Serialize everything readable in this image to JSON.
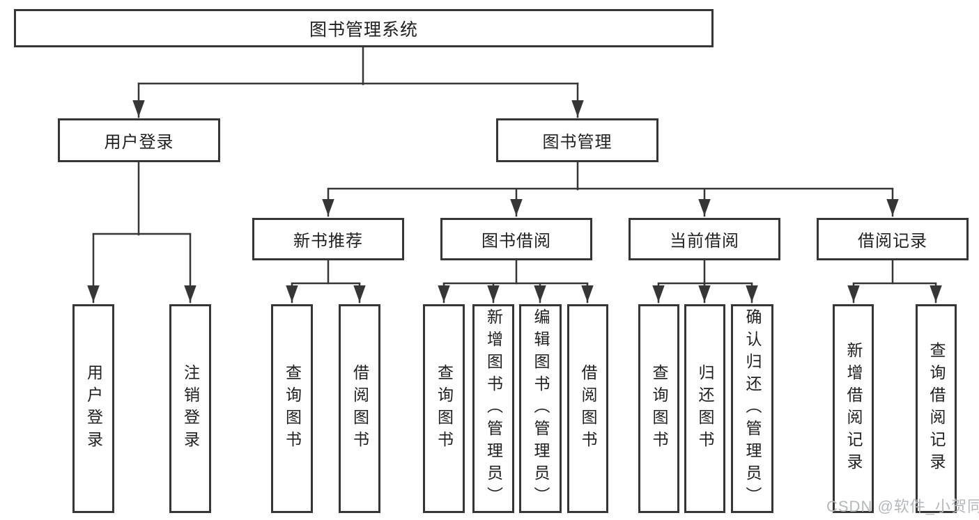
{
  "diagram": {
    "root": {
      "label": "图书管理系统"
    },
    "branches": [
      {
        "label": "用户登录",
        "leaves": [
          "用户登录",
          "注销登录"
        ]
      },
      {
        "label": "图书管理",
        "groups": [
          {
            "label": "新书推荐",
            "leaves": [
              "查询图书",
              "借阅图书"
            ]
          },
          {
            "label": "图书借阅",
            "leaves": [
              "查询图书",
              "新增图书（管理员）",
              "编辑图书（管理员）",
              "借阅图书"
            ]
          },
          {
            "label": "当前借阅",
            "leaves": [
              "查询图书",
              "归还图书",
              "确认归还（管理员）"
            ]
          },
          {
            "label": "借阅记录",
            "leaves": [
              "新增借阅记录",
              "查询借阅记录"
            ]
          }
        ]
      }
    ]
  },
  "watermark": {
    "text": "CSDN @软件_小贺同学"
  },
  "colors": {
    "line": "#363636",
    "border": "#363636",
    "text": "#1f1f1f",
    "watermark": "#b4b8bb",
    "background": "#ffffff"
  }
}
